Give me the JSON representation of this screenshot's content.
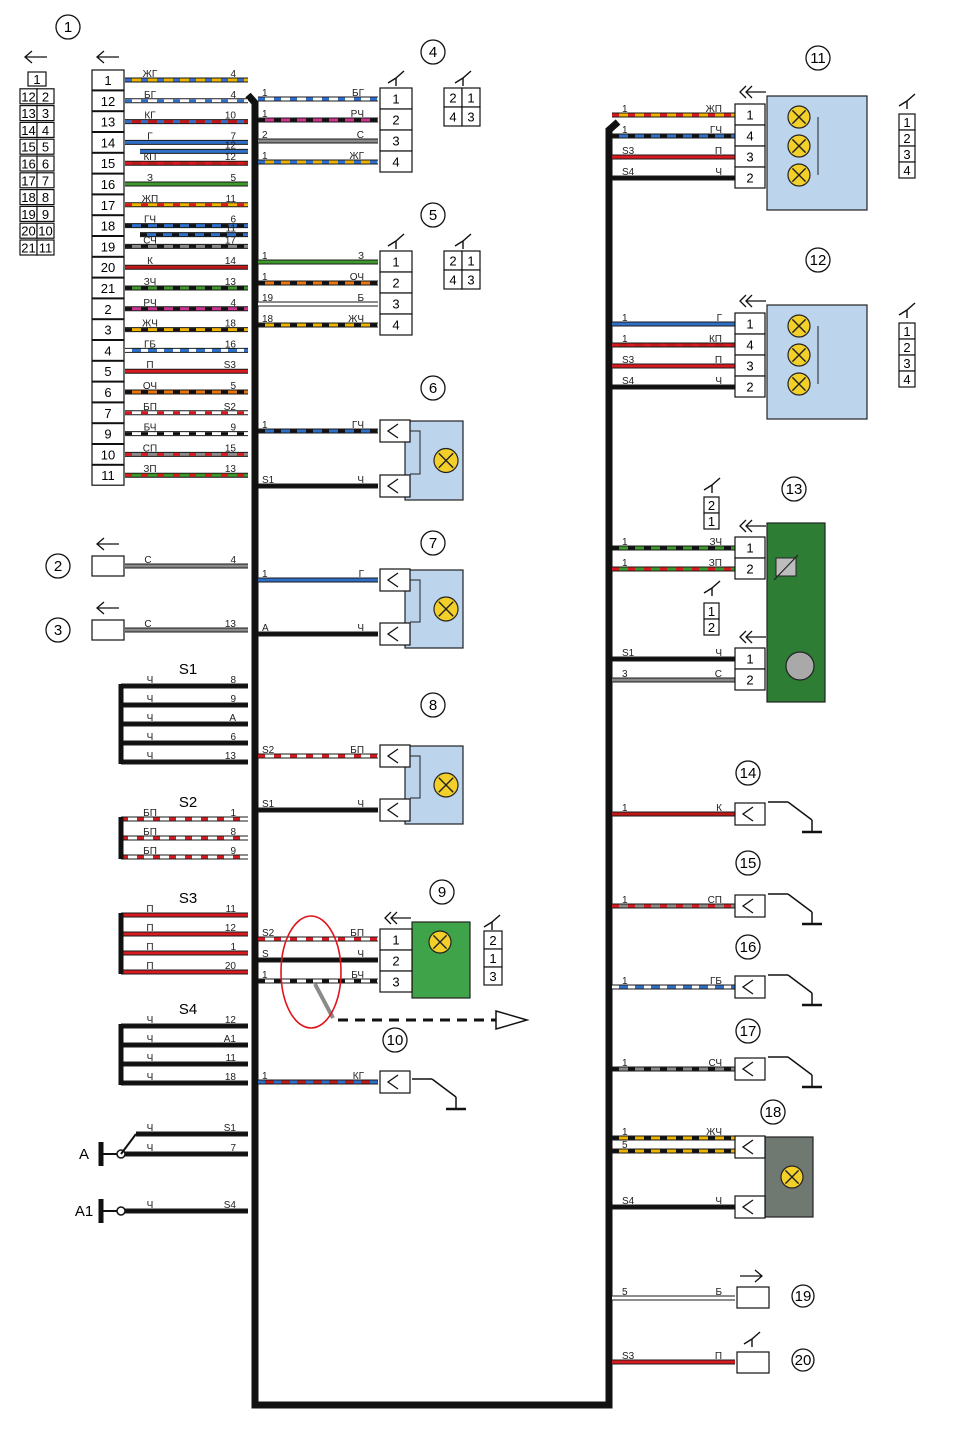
{
  "colors": {
    "Ж": "#f0b400",
    "Г": "#2f6fc8",
    "К": "#c01818",
    "Ч": "#111111",
    "Б": "#ffffff",
    "С": "#8a8a8a",
    "З": "#3c9a2c",
    "Р": "#d0338d",
    "П": "#d8191f",
    "О": "#e87511",
    "panel_blue": "#bcd4ec",
    "panel_green": "#2e7d35",
    "panel_gray": "#707872",
    "lamp": "#f3cf2a"
  },
  "main_connector": {
    "number": "1",
    "pinout": [
      [
        "1"
      ],
      [
        "12",
        "2"
      ],
      [
        "13",
        "3"
      ],
      [
        "14",
        "4"
      ],
      [
        "15",
        "5"
      ],
      [
        "16",
        "6"
      ],
      [
        "17",
        "7"
      ],
      [
        "18",
        "8"
      ],
      [
        "19",
        "9"
      ],
      [
        "20",
        "10"
      ],
      [
        "21",
        "11"
      ]
    ],
    "pins": [
      {
        "pin": "1",
        "color": "ЖГ",
        "to": "4"
      },
      {
        "pin": "12",
        "color": "БГ",
        "to": "4"
      },
      {
        "pin": "13",
        "color": "КГ",
        "to": "10"
      },
      {
        "pin": "14",
        "color": "Г",
        "to": "7",
        "to2": "12"
      },
      {
        "pin": "15",
        "color": "КП",
        "to": "12"
      },
      {
        "pin": "16",
        "color": "З",
        "to": "5"
      },
      {
        "pin": "17",
        "color": "ЖП",
        "to": "11"
      },
      {
        "pin": "18",
        "color": "ГЧ",
        "to": "6",
        "to2": "11"
      },
      {
        "pin": "19",
        "color": "СЧ",
        "to": "17"
      },
      {
        "pin": "20",
        "color": "К",
        "to": "14"
      },
      {
        "pin": "21",
        "color": "ЗЧ",
        "to": "13"
      },
      {
        "pin": "2",
        "color": "РЧ",
        "to": "4"
      },
      {
        "pin": "3",
        "color": "ЖЧ",
        "to": "18"
      },
      {
        "pin": "4",
        "color": "ГБ",
        "to": "16"
      },
      {
        "pin": "5",
        "color": "П",
        "to": "S3"
      },
      {
        "pin": "6",
        "color": "ОЧ",
        "to": "5"
      },
      {
        "pin": "7",
        "color": "БП",
        "to": "S2"
      },
      {
        "pin": "9",
        "color": "БЧ",
        "to": "9"
      },
      {
        "pin": "10",
        "color": "СП",
        "to": "15"
      },
      {
        "pin": "11",
        "color": "ЗП",
        "to": "13"
      }
    ]
  },
  "single_connectors": [
    {
      "number": "2",
      "color": "С",
      "to": "4"
    },
    {
      "number": "3",
      "color": "С",
      "to": "13"
    }
  ],
  "splices": [
    {
      "name": "S1",
      "rows": [
        {
          "color": "Ч",
          "to": "8"
        },
        {
          "color": "Ч",
          "to": "9"
        },
        {
          "color": "Ч",
          "to": "A"
        },
        {
          "color": "Ч",
          "to": "6"
        },
        {
          "color": "Ч",
          "to": "13"
        }
      ]
    },
    {
      "name": "S2",
      "rows": [
        {
          "color": "БП",
          "to": "1"
        },
        {
          "color": "БП",
          "to": "8"
        },
        {
          "color": "БП",
          "to": "9"
        }
      ]
    },
    {
      "name": "S3",
      "rows": [
        {
          "color": "П",
          "to": "11"
        },
        {
          "color": "П",
          "to": "12"
        },
        {
          "color": "П",
          "to": "1"
        },
        {
          "color": "П",
          "to": "20"
        }
      ]
    },
    {
      "name": "S4",
      "rows": [
        {
          "color": "Ч",
          "to": "12"
        },
        {
          "color": "Ч",
          "to": "A1"
        },
        {
          "color": "Ч",
          "to": "11"
        },
        {
          "color": "Ч",
          "to": "18"
        }
      ]
    }
  ],
  "grounds": [
    {
      "name": "A",
      "rows": [
        {
          "color": "Ч",
          "to": "S1"
        },
        {
          "color": "Ч",
          "to": "7"
        }
      ]
    },
    {
      "name": "A1",
      "rows": [
        {
          "color": "Ч",
          "to": "S4"
        }
      ]
    }
  ],
  "left_components": [
    {
      "number": "4",
      "pinout": [
        "2",
        "1",
        "4",
        "3"
      ],
      "rows": [
        {
          "from": "1",
          "color": "БГ",
          "pin": "1"
        },
        {
          "from": "1",
          "color": "РЧ",
          "pin": "2"
        },
        {
          "from": "2",
          "color": "С",
          "pin": "3"
        },
        {
          "from": "1",
          "color": "ЖГ",
          "pin": "4"
        }
      ]
    },
    {
      "number": "5",
      "pinout": [
        "2",
        "1",
        "4",
        "3"
      ],
      "rows": [
        {
          "from": "1",
          "color": "З",
          "pin": "1"
        },
        {
          "from": "1",
          "color": "ОЧ",
          "pin": "2"
        },
        {
          "from": "19",
          "color": "Б",
          "pin": "3"
        },
        {
          "from": "18",
          "color": "ЖЧ",
          "pin": "4"
        }
      ]
    },
    {
      "number": "6",
      "rows": [
        {
          "from": "1",
          "color": "ГЧ"
        },
        {
          "from": "S1",
          "color": "Ч"
        }
      ]
    },
    {
      "number": "7",
      "rows": [
        {
          "from": "1",
          "color": "Г"
        },
        {
          "from": "A",
          "color": "Ч"
        }
      ]
    },
    {
      "number": "8",
      "rows": [
        {
          "from": "S2",
          "color": "БП"
        },
        {
          "from": "S1",
          "color": "Ч"
        }
      ]
    },
    {
      "number": "9",
      "pinout": [
        "2",
        "1",
        "3"
      ],
      "rows": [
        {
          "from": "S2",
          "color": "БП",
          "pin": "1"
        },
        {
          "from": "S",
          "color": "Ч",
          "pin": "2"
        },
        {
          "from": "1",
          "color": "БЧ",
          "pin": "3"
        }
      ]
    },
    {
      "number": "10",
      "rows": [
        {
          "from": "1",
          "color": "КГ"
        }
      ]
    }
  ],
  "right_components": [
    {
      "number": "11",
      "pinout": [
        "1",
        "2",
        "3",
        "4"
      ],
      "rows": [
        {
          "from": "1",
          "color": "ЖП",
          "pin": "1"
        },
        {
          "from": "1",
          "color": "ГЧ",
          "pin": "4"
        },
        {
          "from": "S3",
          "color": "П",
          "pin": "3"
        },
        {
          "from": "S4",
          "color": "Ч",
          "pin": "2"
        }
      ]
    },
    {
      "number": "12",
      "pinout": [
        "1",
        "2",
        "3",
        "4"
      ],
      "rows": [
        {
          "from": "1",
          "color": "Г",
          "pin": "1"
        },
        {
          "from": "1",
          "color": "КП",
          "pin": "4"
        },
        {
          "from": "S3",
          "color": "П",
          "pin": "3"
        },
        {
          "from": "S4",
          "color": "Ч",
          "pin": "2"
        }
      ]
    },
    {
      "number": "13",
      "pinout_a": [
        "2",
        "1"
      ],
      "pinout_b": [
        "1",
        "2"
      ],
      "rows": [
        {
          "from": "1",
          "color": "ЗЧ",
          "pin": "1"
        },
        {
          "from": "1",
          "color": "ЗП",
          "pin": "2"
        },
        {
          "from": "S1",
          "color": "Ч",
          "pin": "1"
        },
        {
          "from": "3",
          "color": "С",
          "pin": "2"
        }
      ]
    },
    {
      "number": "14",
      "rows": [
        {
          "from": "1",
          "color": "К"
        }
      ]
    },
    {
      "number": "15",
      "rows": [
        {
          "from": "1",
          "color": "СП"
        }
      ]
    },
    {
      "number": "16",
      "rows": [
        {
          "from": "1",
          "color": "ГБ"
        }
      ]
    },
    {
      "number": "17",
      "rows": [
        {
          "from": "1",
          "color": "СЧ"
        }
      ]
    },
    {
      "number": "18",
      "rows": [
        {
          "from": "1",
          "color": "ЖЧ"
        },
        {
          "from": "5",
          "color": ""
        },
        {
          "from": "S4",
          "color": "Ч"
        }
      ]
    },
    {
      "number": "19",
      "rows": [
        {
          "from": "5",
          "color": "Б"
        }
      ]
    },
    {
      "number": "20",
      "rows": [
        {
          "from": "S3",
          "color": "П"
        }
      ]
    }
  ]
}
